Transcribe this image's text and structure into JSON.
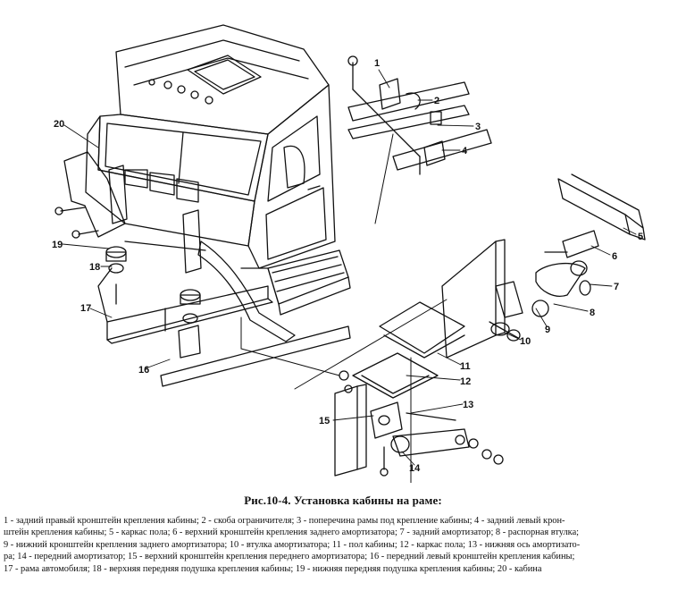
{
  "figure": {
    "caption": "Рис.10-4. Установка кабины на раме:",
    "callouts": [
      "1",
      "2",
      "3",
      "4",
      "5",
      "6",
      "7",
      "8",
      "9",
      "10",
      "11",
      "12",
      "13",
      "14",
      "15",
      "16",
      "17",
      "18",
      "19",
      "20"
    ]
  },
  "legend": {
    "lines": [
      "1 - задний правый кронштейн крепления кабины; 2 - скоба ограничителя; 3 - поперечина рамы под крепление кабины; 4 - задний левый крон-",
      "штейн крепления кабины; 5 - каркас пола; 6 - верхний кронштейн крепления заднего амортизатора; 7 - задний амортизатор; 8 - распорная втулка;",
      "9 - нижний кронштейн крепления заднего амортизатора; 10 - втулка амортизатора; 11 - пол кабины; 12 - каркас пола; 13 - нижняя ось амортизато-",
      "ра; 14 - передний амортизатор; 15 - верхний кронштейн крепления переднего амортизатора; 16 - передний левый кронштейн крепления кабины;",
      "17 - рама автомобиля; 18 - верхняя передняя подушка крепления кабины; 19 - нижняя передняя подушка крепления кабины; 20 - кабина"
    ]
  }
}
